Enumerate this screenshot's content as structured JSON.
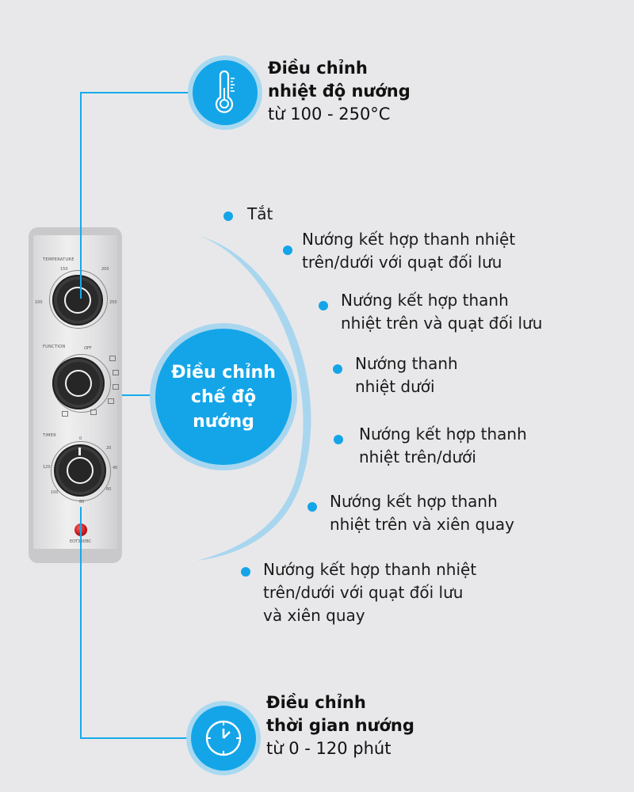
{
  "temperature_callout": {
    "icon": "thermometer-icon",
    "title_line1": "Điều chỉnh",
    "title_line2": "nhiệt độ nướng",
    "subtitle": "từ 100 - 250°C"
  },
  "function_callout": {
    "line1": "Điều chỉnh",
    "line2": "chế độ",
    "line3": "nướng"
  },
  "timer_callout": {
    "icon": "clock-icon",
    "title_line1": "Điều chỉnh",
    "title_line2": "thời gian nướng",
    "subtitle": "từ 0 - 120 phút"
  },
  "modes": [
    {
      "lines": [
        "Tắt"
      ]
    },
    {
      "lines": [
        "Nướng kết hợp thanh nhiệt",
        "trên/dưới với quạt đối lưu"
      ]
    },
    {
      "lines": [
        "Nướng kết hợp thanh",
        "nhiệt trên và quạt đối lưu"
      ]
    },
    {
      "lines": [
        "Nướng thanh",
        "nhiệt dưới"
      ]
    },
    {
      "lines": [
        "Nướng kết hợp thanh",
        "nhiệt trên/dưới"
      ]
    },
    {
      "lines": [
        "Nướng kết hợp thanh",
        "nhiệt trên và xiên quay"
      ]
    },
    {
      "lines": [
        "Nướng kết hợp thanh nhiệt",
        "trên/dưới với quạt đối lưu",
        "và xiên quay"
      ]
    }
  ],
  "control_panel": {
    "temperature_label": "TEMPERATURE",
    "temperature_ticks": [
      "100",
      "150",
      "200",
      "250"
    ],
    "function_label": "FUNCTION",
    "function_off": "OFF",
    "timer_label": "TIMER",
    "timer_ticks": [
      "0",
      "20",
      "40",
      "60",
      "80",
      "100",
      "120"
    ],
    "model": "EOT38DBC"
  },
  "colors": {
    "accent": "#14a5e8",
    "halo": "#a9d9f1",
    "background": "#e8e8ea",
    "indicator": "#c0141a"
  }
}
